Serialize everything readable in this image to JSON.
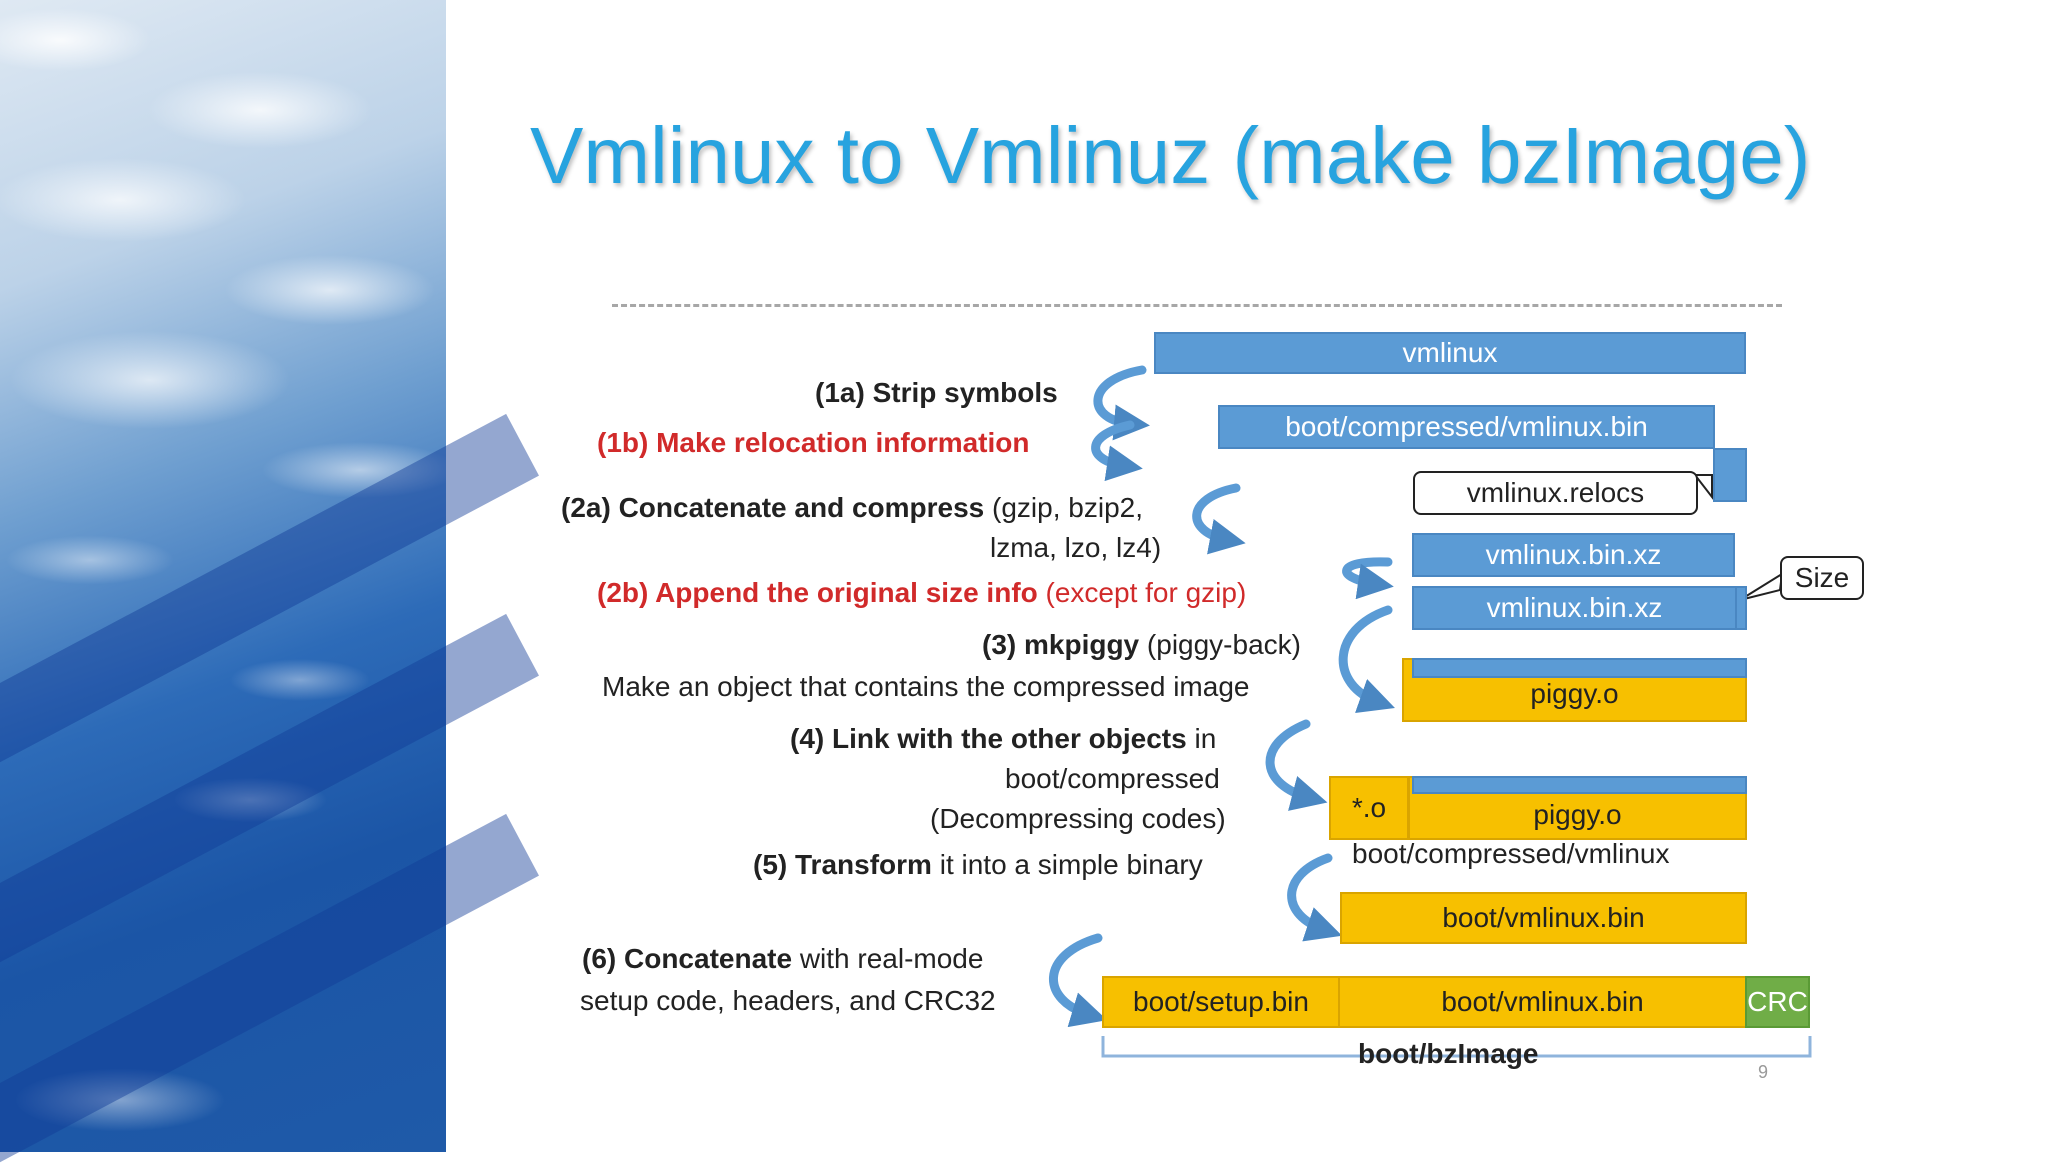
{
  "title": "Vmlinux to Vmlinuz (make bzImage)",
  "steps": {
    "s1a": "(1a) Strip symbols",
    "s1b": "(1b) Make relocation information",
    "s2a_bold": "(2a) Concatenate and compress",
    "s2a_rest": " (gzip, bzip2,",
    "s2a_line2": "lzma, lzo, lz4)",
    "s2b_bold": "(2b) Append the original size info",
    "s2b_rest": " (except for gzip)",
    "s3_bold": "(3) mkpiggy",
    "s3_rest": " (piggy-back)",
    "s3_line2": "Make an object that contains the compressed image",
    "s4_bold": "(4) Link with the other objects",
    "s4_rest": " in",
    "s4_line2": "boot/compressed",
    "s4_line3": "(Decompressing codes)",
    "s5_bold": "(5) Transform",
    "s5_rest": " it into a simple binary",
    "s6_bold": "(6) Concatenate",
    "s6_rest": " with real-mode",
    "s6_line2": "setup code, headers, and CRC32"
  },
  "boxes": {
    "vmlinux": "vmlinux",
    "vmlinux_bin": "boot/compressed/vmlinux.bin",
    "relocs": "vmlinux.relocs",
    "xz1": "vmlinux.bin.xz",
    "xz2": "vmlinux.bin.xz",
    "size": "Size",
    "piggy1": "piggy.o",
    "star_o": "*.o",
    "piggy2": "piggy.o",
    "compressed_vmlinux": "boot/compressed/vmlinux",
    "boot_vmlinux_bin": "boot/vmlinux.bin",
    "setup_bin": "boot/setup.bin",
    "boot_vmlinux_bin2": "boot/vmlinux.bin",
    "crc": "CRC",
    "bzimage": "boot/bzImage"
  },
  "page_number": "9",
  "colors": {
    "title": "#27a3df",
    "blue_box": "#5b9bd5",
    "orange_box": "#f7c000",
    "green_box": "#70ad47",
    "highlight_red": "#d12a2a"
  }
}
